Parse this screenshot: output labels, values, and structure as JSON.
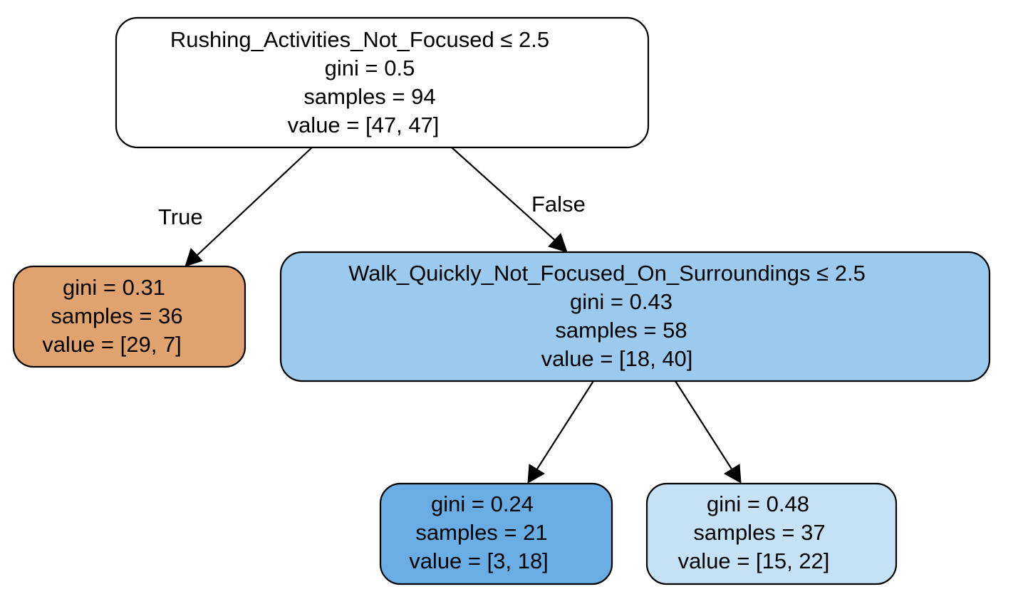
{
  "tree": {
    "nodes": {
      "root": {
        "lines": [
          "Rushing_Activities_Not_Focused ≤ 2.5",
          "gini = 0.5",
          "samples = 94",
          "value = [47, 47]"
        ],
        "fill": "#ffffff"
      },
      "left_leaf": {
        "lines": [
          "gini = 0.31",
          "samples = 36",
          "value = [29, 7]"
        ],
        "fill": "#e0a26f"
      },
      "right_split": {
        "lines": [
          "Walk_Quickly_Not_Focused_On_Surroundings ≤ 2.5",
          "gini = 0.43",
          "samples = 58",
          "value = [18, 40]"
        ],
        "fill": "#9ccaee"
      },
      "leaf_left_2": {
        "lines": [
          "gini = 0.24",
          "samples = 21",
          "value = [3, 18]"
        ],
        "fill": "#6aade4"
      },
      "leaf_right_2": {
        "lines": [
          "gini = 0.48",
          "samples = 37",
          "value = [15, 22]"
        ],
        "fill": "#c5e1f6"
      }
    },
    "edges": {
      "root_to_left": {
        "label": "True"
      },
      "root_to_right": {
        "label": "False"
      },
      "split_to_leaf_left": {
        "label": ""
      },
      "split_to_leaf_right": {
        "label": ""
      }
    }
  }
}
